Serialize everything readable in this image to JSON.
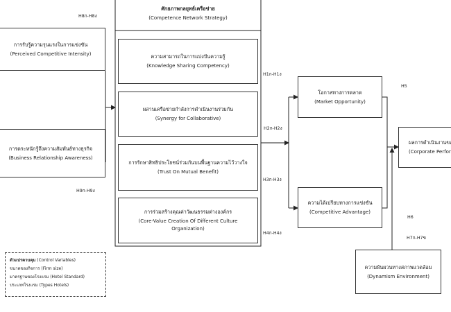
{
  "strategy": {
    "title_th": "ศักยภาพกลยุทธ์เครือข่าย",
    "title_en": "(Competence Network Strategy)",
    "items": [
      {
        "th": "ความสามารถในการแบ่งปันความรู้",
        "en": "(Knowledge Sharing Competency)"
      },
      {
        "th": "ผสานเครือข่ายกำลังการดำเนินงานร่วมกัน",
        "en": "(Synergy for Collaborative)"
      },
      {
        "th": "การรักษาสิทธิประโยชน์ร่วมกันบนพื้นฐานความไว้วางใจ",
        "en": "(Trust On Mutual Benefit)"
      },
      {
        "th": "การร่วมสร้างคุณค่าวัฒนธรรมต่างองค์กร",
        "en": "(Core-Value Creation Of Different Culture",
        "en2": "Organization)"
      }
    ]
  },
  "left": [
    {
      "th": "การรับรู้ความรุนแรงในการแข่งขัน",
      "en": "(Perceived Competitive Intensity)"
    },
    {
      "th": "การตระหนักรู้ถึงความสัมพันธ์ทางธุรกิจ",
      "en": "(Business Relationship Awareness)"
    }
  ],
  "outcomes": [
    {
      "th": "โอกาสทางการตลาด",
      "en": "(Market Opportunity)"
    },
    {
      "th": "ความได้เปรียบทางการแข่งขัน",
      "en": "(Competitive Advantage)"
    }
  ],
  "performance": {
    "th": "ผลการดำเนินงานขอ",
    "en": "(Corporate Perform"
  },
  "environment": {
    "th": "ความผันผวนทางสภาพแวดล้อม",
    "en": "(Dynamism Environment)"
  },
  "hyp": {
    "h8a_h8d": "H8ก-H8ง",
    "h9a_h9d": "H9ก-H9ง",
    "h1a_h1d": "H1ก-H1ง",
    "h2a_h2d": "H2ก-H2ง",
    "h3a_h3d": "H3ก-H3ง",
    "h4a_h4d": "H4ก-H4ง",
    "h5": "H5",
    "h6": "H6",
    "h7a_h7b": "H7ก-H7ข"
  },
  "controls": {
    "title": "ตัวแปรควบคุม",
    "title_en": "(Control Variables)",
    "items": [
      {
        "th": "ขนาดของกิจการ",
        "en": "(Firm size)"
      },
      {
        "th": "มาตรฐานของโรงแรม",
        "en": "(Hotel Standard)"
      },
      {
        "th": "ประเภทโรงแรม",
        "en": "(Types Hotels)"
      }
    ]
  }
}
